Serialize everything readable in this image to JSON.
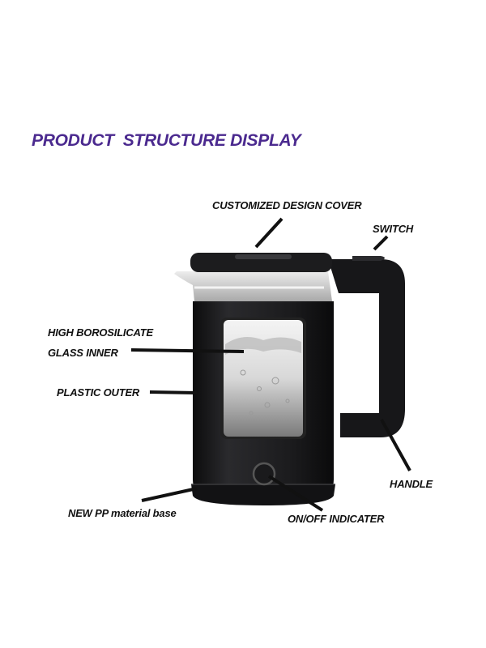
{
  "title": "PRODUCT  STRUCTURE DISPLAY",
  "colors": {
    "title": "#4b2a8f",
    "kettle_body": "#1a1a1c",
    "label_text": "#111111"
  },
  "labels": {
    "cover": "CUSTOMIZED DESIGN COVER",
    "switch": "SWITCH",
    "glass_line1": "HIGH BOROSILICATE",
    "glass_line2": "GLASS INNER",
    "outer": "PLASTIC OUTER",
    "handle": "HANDLE",
    "base": "NEW PP material base",
    "indicator": "ON/OFF INDICATER"
  },
  "product": {
    "name": "electric-kettle",
    "icon": "kettle-illustration"
  }
}
